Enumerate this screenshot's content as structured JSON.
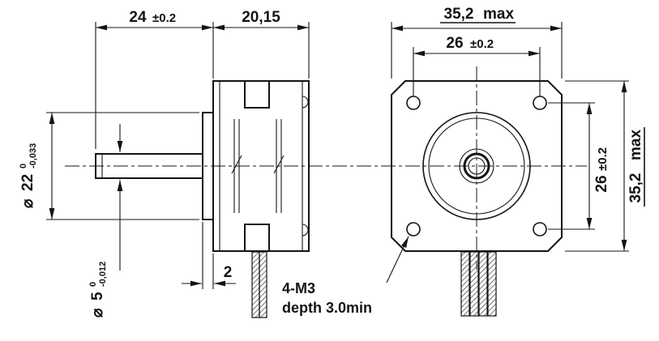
{
  "drawing": {
    "background": "#ffffff",
    "line_color": "#141414"
  },
  "side_view": {
    "dim_shaft_length": {
      "value": "24",
      "tolerance": "±0.2"
    },
    "dim_body_length": {
      "value": "20,15"
    },
    "dim_boss_diameter": {
      "symbol": "⌀",
      "value": "22",
      "tol_upper": "0",
      "tol_lower": "-0,033"
    },
    "dim_shaft_diameter": {
      "symbol": "⌀",
      "value": "5",
      "tol_upper": "0",
      "tol_lower": "-0,012"
    },
    "dim_boss_height": {
      "value": "2"
    }
  },
  "front_view": {
    "dim_frame_width": {
      "value": "35,2",
      "suffix": "max"
    },
    "dim_hole_spacing_horizontal": {
      "value": "26",
      "tolerance": "±0.2"
    },
    "dim_hole_spacing_vertical": {
      "value": "26",
      "tolerance": "±0.2"
    },
    "dim_frame_height": {
      "value": "35,2",
      "suffix": "max"
    },
    "mounting_note": {
      "line1": "4-M3",
      "line2": "depth 3.0min"
    }
  }
}
